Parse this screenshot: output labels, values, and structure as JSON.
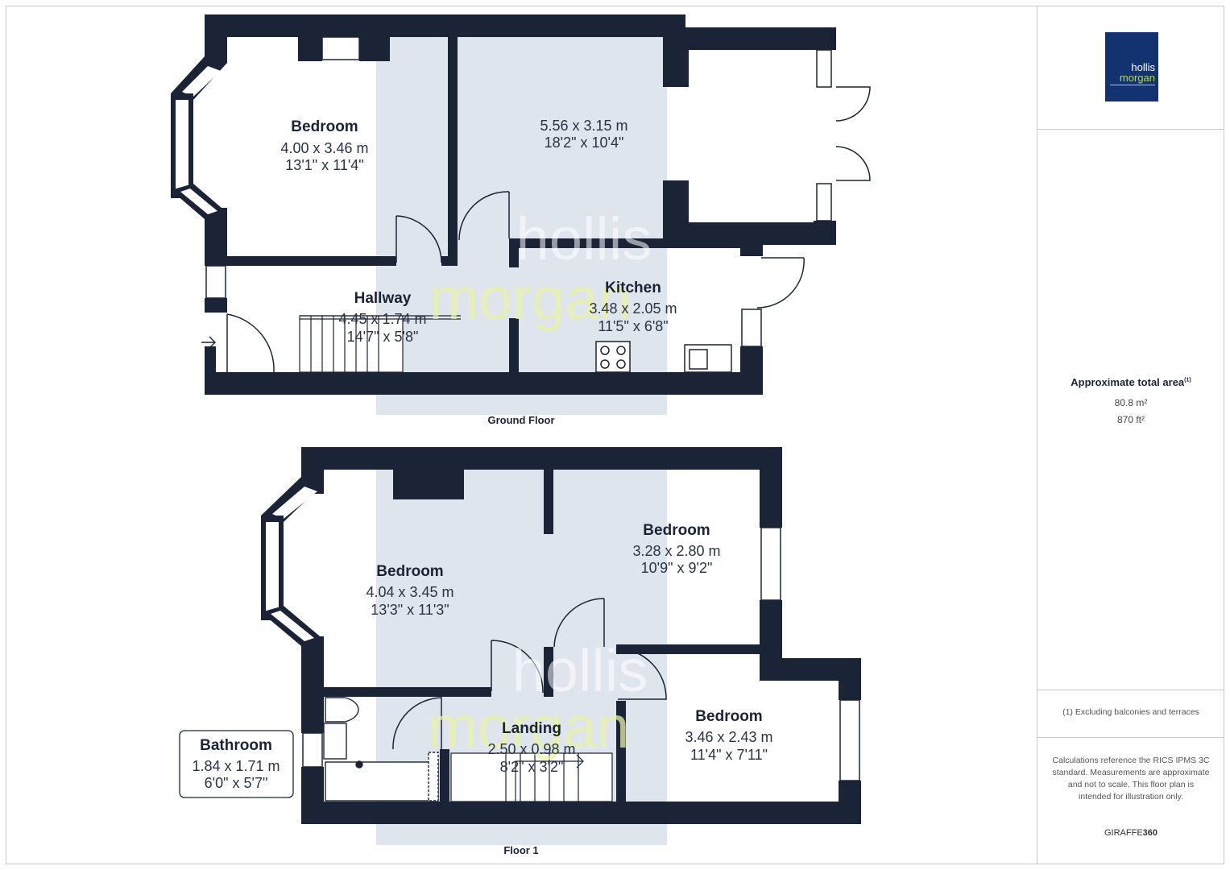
{
  "brand": {
    "logo_line1": "hollis",
    "logo_line2": "morgan",
    "watermark_line1": "hollis",
    "watermark_line2": "morgan",
    "accent": "#b7d84b",
    "navy": "#12336f",
    "wall": "#1b2437"
  },
  "ground_floor": {
    "label": "Ground Floor",
    "rooms": [
      {
        "name": "Bedroom",
        "metric": "4.00 x 3.46 m",
        "imperial": "13'1\" x 11'4\""
      },
      {
        "name": "",
        "metric": "5.56 x 3.15 m",
        "imperial": "18'2\" x 10'4\""
      },
      {
        "name": "Hallway",
        "metric": "4.45 x 1.74 m",
        "imperial": "14'7\" x 5'8\""
      },
      {
        "name": "Kitchen",
        "metric": "3.48 x 2.05 m",
        "imperial": "11'5\" x 6'8\""
      }
    ]
  },
  "first_floor": {
    "label": "Floor 1",
    "rooms": [
      {
        "name": "Bedroom",
        "metric": "4.04 x 3.45 m",
        "imperial": "13'3\" x 11'3\""
      },
      {
        "name": "Bedroom",
        "metric": "3.28 x 2.80 m",
        "imperial": "10'9\" x 9'2\""
      },
      {
        "name": "Bedroom",
        "metric": "3.46 x 2.43 m",
        "imperial": "11'4\" x 7'11\""
      },
      {
        "name": "Landing",
        "metric": "2.50 x 0.98 m",
        "imperial": "8'2\" x 3'2\""
      },
      {
        "name": "Bathroom",
        "metric": "1.84 x 1.71 m",
        "imperial": "6'0\" x 5'7\""
      }
    ]
  },
  "sidebar": {
    "area_title": "Approximate total area",
    "area_sup": "(1)",
    "area_m2": "80.8 m²",
    "area_ft2": "870 ft²",
    "footnote": "(1) Excluding balconies and terraces",
    "disclaimer": "Calculations reference the RICS IPMS 3C standard. Measurements are approximate and not to scale. This floor plan is intended for illustration only.",
    "brand_prefix": "GIRAFFE",
    "brand_suffix": "360"
  }
}
